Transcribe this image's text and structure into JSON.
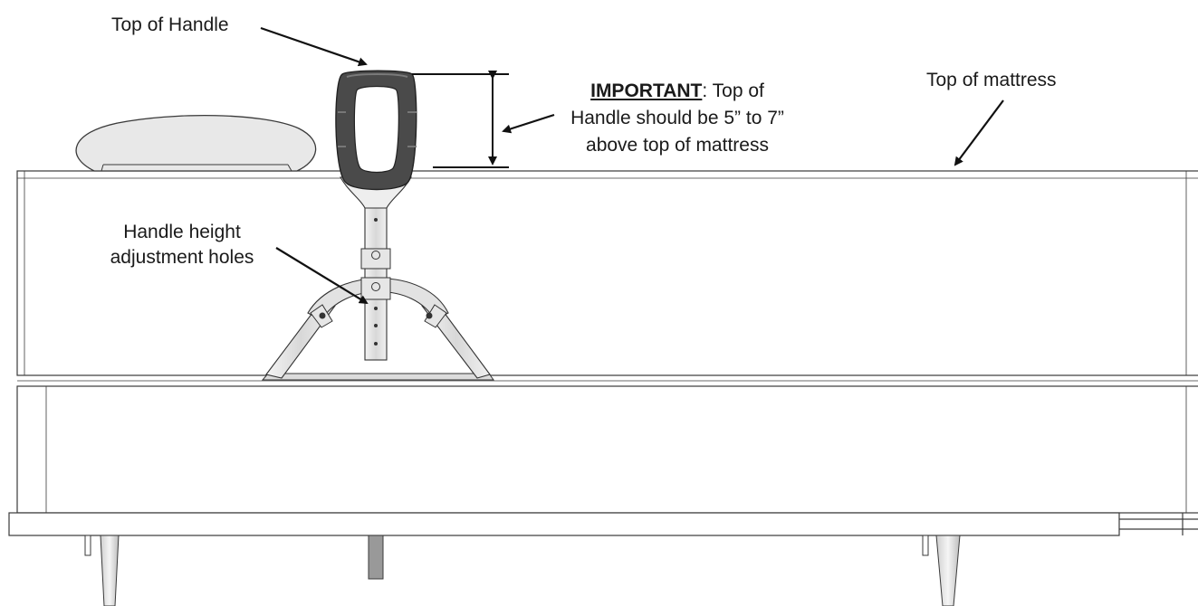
{
  "labels": {
    "top_of_handle": "Top of Handle",
    "top_of_mattress": "Top of mattress",
    "important_keyword": "IMPORTANT",
    "important_rest_line1": ":  Top of",
    "important_line2": "Handle should be 5” to 7”",
    "important_line3": "above top of mattress",
    "adjustment_line1": "Handle height",
    "adjustment_line2": "adjustment holes"
  },
  "colors": {
    "line": "#2a2a2a",
    "handle_grip": "#4a4a4a",
    "pillow_fill": "#e4e4e4",
    "metal": "#e6e6e6",
    "background": "#ffffff"
  }
}
